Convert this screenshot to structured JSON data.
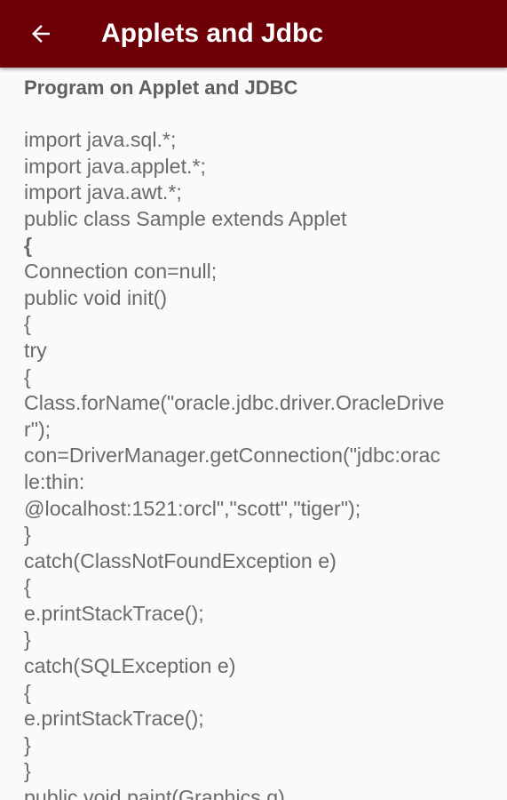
{
  "appbar": {
    "title": "Applets and Jdbc",
    "back_icon": "arrow-left-icon",
    "background": "#6e0007"
  },
  "content": {
    "heading": "Program on Applet and JDBC",
    "lines": [
      "import java.sql.*;",
      "import java.applet.*;",
      "import java.awt.*;",
      "public class Sample extends Applet",
      "{",
      "Connection con=null;",
      "public void init()",
      "{",
      "try",
      "{",
      "Class.forName(\"oracle.jdbc.driver.OracleDrive",
      "r\");",
      "con=DriverManager.getConnection(\"jdbc:orac",
      "le:thin:",
      "@localhost:1521:orcl\",\"scott\",\"tiger\");",
      "}",
      "catch(ClassNotFoundException e)",
      "{",
      "e.printStackTrace();",
      "}",
      "catch(SQLException e)",
      "{",
      "e.printStackTrace();",
      "}",
      "}",
      "public void paint(Graphics g)"
    ]
  }
}
